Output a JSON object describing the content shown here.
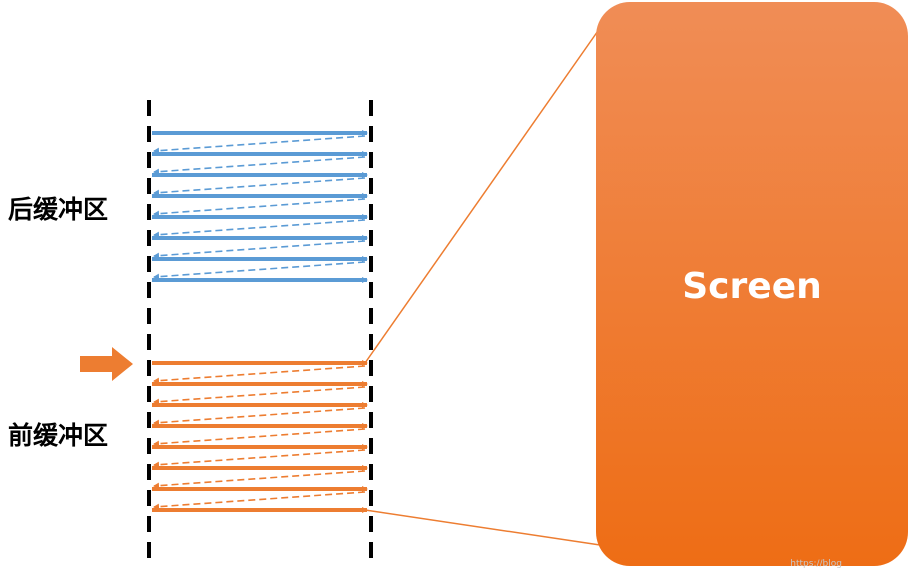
{
  "labels": {
    "back_buffer": "后缓冲区",
    "front_buffer": "前缓冲区",
    "screen": "Screen",
    "watermark": "https://blog"
  },
  "back_buffer": {
    "scan_lines": 8,
    "color": "#5b9bd5"
  },
  "front_buffer": {
    "scan_lines": 8,
    "color": "#ed7d31"
  },
  "screen": {
    "gradient_top": "#f08d56",
    "gradient_bottom": "#ee6d15"
  },
  "pointer_arrow": {
    "color": "#ed7d31"
  },
  "icons": {
    "pointer": "right-arrow-icon"
  }
}
